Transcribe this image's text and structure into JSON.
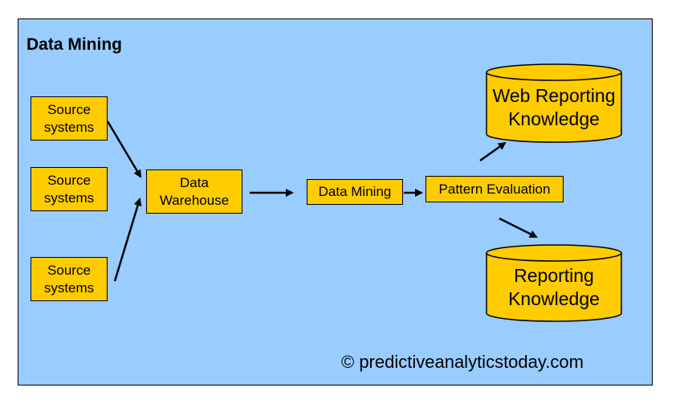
{
  "title": "Data Mining",
  "sources": [
    "Source\nsystems",
    "Source\nsystems",
    "Source\nsystems"
  ],
  "warehouse": "Data\nWarehouse",
  "mining": "Data Mining",
  "evaluation": "Pattern Evaluation",
  "knowledge": [
    "Web Reporting\nKnowledge",
    "Reporting\nKnowledge"
  ],
  "copyright": "© predictiveanalyticstoday.com",
  "colors": {
    "background": "#99ccff",
    "box": "#ffcc00",
    "border": "#000000"
  }
}
